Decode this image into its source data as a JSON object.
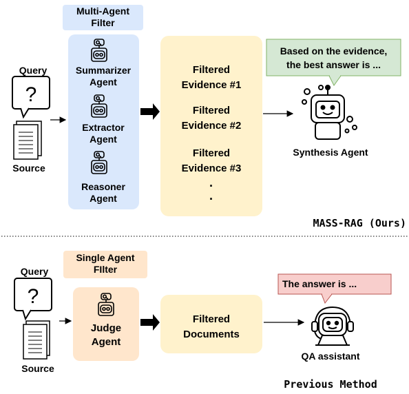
{
  "top": {
    "query_label": "Query",
    "source_label": "Source",
    "filter_title": "Multi-Agent\nFilter",
    "agents": [
      "Summarizer\nAgent",
      "Extractor\nAgent",
      "Reasoner\nAgent"
    ],
    "evidence": [
      "Filtered\nEvidence #1",
      "Filtered\nEvidence #2",
      "Filtered\nEvidence #3"
    ],
    "dots": "·\n·",
    "speech": "Based on the evidence,\nthe best answer is ...",
    "synth_label": "Synthesis Agent",
    "method_label": "MASS-RAG (Ours)"
  },
  "bottom": {
    "query_label": "Query",
    "source_label": "Source",
    "filter_title": "Single Agent\nFIlter",
    "agent": "Judge\nAgent",
    "filtered": "Filtered\nDocuments",
    "speech": "The answer is ...",
    "qa_label": "QA assistant",
    "method_label": "Previous Method"
  },
  "colors": {
    "blue_panel": "#dae8fc",
    "yellow_panel": "#fff2cc",
    "green_bubble": "#d5e8d4",
    "red_bubble": "#f8cecc",
    "orange_panel": "#ffe6cc"
  }
}
